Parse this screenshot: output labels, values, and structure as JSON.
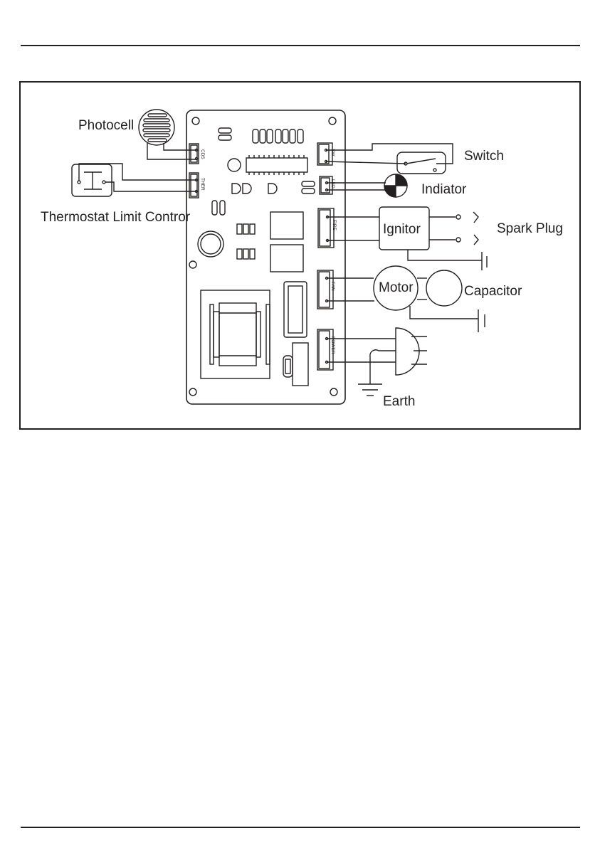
{
  "labels": {
    "photocell": "Photocell",
    "thermostat": "Thermostat Limit Contror",
    "switch": "Switch",
    "indicator": "Indiator",
    "spark_plug": "Spark Plug",
    "capacitor": "Capacitor",
    "earth": "Earth",
    "ignitor": "Ignitor",
    "motor": "Motor"
  },
  "connectors": {
    "cds": "CDS",
    "ther": "THER",
    "sw": "SW",
    "led": "LED",
    "fire": "FIRE",
    "fan": "FAN",
    "power": "POWER"
  },
  "colors": {
    "line": "#231f20",
    "background": "#ffffff"
  }
}
